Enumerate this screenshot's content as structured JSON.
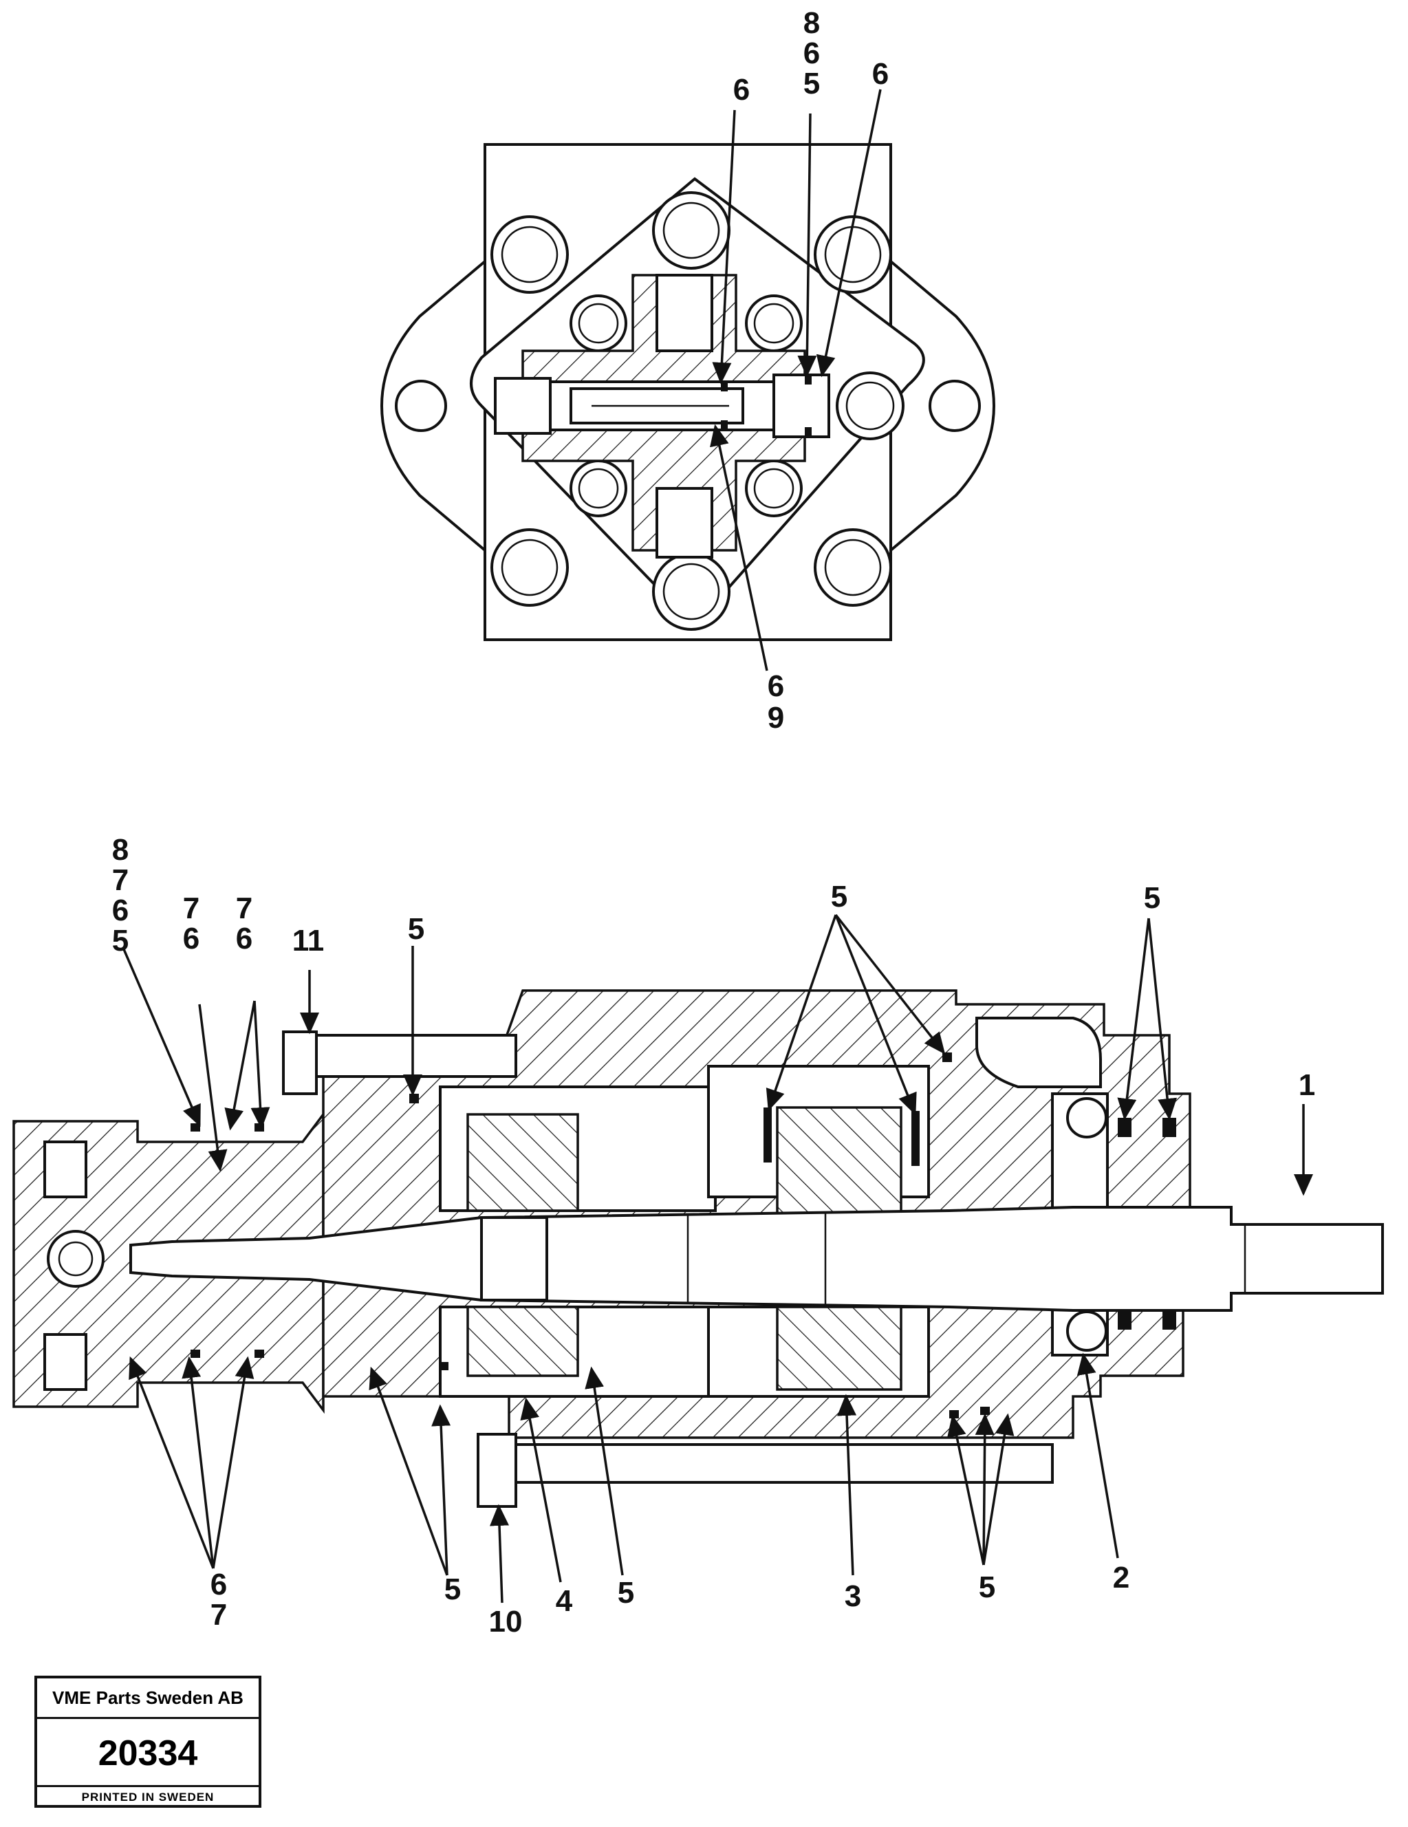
{
  "top_view": {
    "callouts": [
      {
        "lines": [
          "6"
        ]
      },
      {
        "lines": [
          "8",
          "6",
          "5"
        ]
      },
      {
        "lines": [
          "6"
        ]
      },
      {
        "lines": [
          "6",
          "9"
        ]
      }
    ]
  },
  "section_view": {
    "callouts": [
      {
        "lines": [
          "8",
          "7",
          "6",
          "5"
        ]
      },
      {
        "lines": [
          "7",
          "6"
        ]
      },
      {
        "lines": [
          "7",
          "6"
        ]
      },
      {
        "lines": [
          "11"
        ]
      },
      {
        "lines": [
          "5"
        ]
      },
      {
        "lines": [
          "5"
        ]
      },
      {
        "lines": [
          "5"
        ]
      },
      {
        "lines": [
          "1"
        ]
      },
      {
        "lines": [
          "6",
          "7"
        ]
      },
      {
        "lines": [
          "5"
        ]
      },
      {
        "lines": [
          "10"
        ]
      },
      {
        "lines": [
          "4"
        ]
      },
      {
        "lines": [
          "5"
        ]
      },
      {
        "lines": [
          "3"
        ]
      },
      {
        "lines": [
          "5"
        ]
      },
      {
        "lines": [
          "2"
        ]
      }
    ]
  },
  "stamp": {
    "company": "VME Parts Sweden AB",
    "number": "20334",
    "printed": "PRINTED IN SWEDEN"
  }
}
